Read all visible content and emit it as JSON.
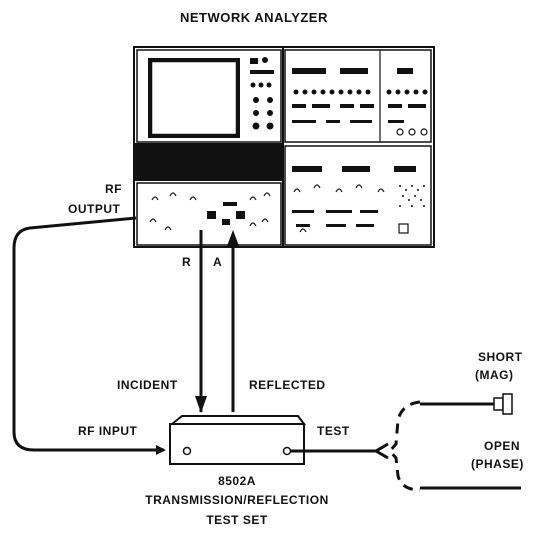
{
  "title": "NETWORK ANALYZER",
  "labels": {
    "rf_output_line1": "RF",
    "rf_output_line2": "OUTPUT",
    "port_r": "R",
    "port_a": "A",
    "incident": "INCIDENT",
    "reflected": "REFLECTED",
    "rf_input": "RF INPUT",
    "test": "TEST",
    "short_line1": "SHORT",
    "short_line2": "(MAG)",
    "open_line1": "OPEN",
    "open_line2": "(PHASE)",
    "test_set_model": "8502A",
    "test_set_line1": "TRANSMISSION/REFLECTION",
    "test_set_line2": "TEST SET"
  },
  "colors": {
    "ink": "#111111",
    "panel_dark": "#111111",
    "paper": "#ffffff"
  }
}
